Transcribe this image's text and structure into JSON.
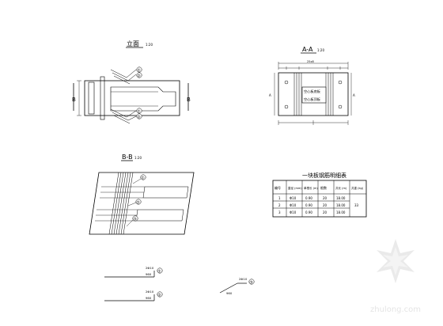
{
  "titles": {
    "elevation": "立面",
    "elevation_scale": "1:20",
    "section_aa": "A-A",
    "section_aa_scale": "1:20",
    "section_bb": "B-B",
    "section_bb_scale": "1:20",
    "table_title": "一块板钢筋明细表"
  },
  "section_markers": {
    "a": "A",
    "b": "B"
  },
  "aa_labels": {
    "top_dim": "25x8",
    "hatch_top": "空心板底板",
    "hatch_bottom": "空心板顶板"
  },
  "bubbles": [
    "①",
    "②",
    "③"
  ],
  "table": {
    "headers": [
      "编号",
      "直径\n(mm)",
      "单根长\n(m)",
      "根数",
      "共长\n(m)",
      "共重\n(kg)"
    ],
    "rows": [
      [
        "1",
        "Φ10",
        "0.90",
        "20",
        "18.00",
        ""
      ],
      [
        "2",
        "Φ10",
        "0.90",
        "20",
        "18.00",
        "33"
      ],
      [
        "3",
        "Φ10",
        "0.90",
        "20",
        "18.00",
        ""
      ]
    ]
  },
  "details": [
    {
      "bubble": "①",
      "top": "2Φ10",
      "bottom": "960"
    },
    {
      "bubble": "②",
      "top": "2Φ10",
      "bottom": "960"
    },
    {
      "bubble": "③",
      "top": "2Φ10",
      "bottom": "960"
    }
  ],
  "watermark": {
    "brand": "zhulong.com"
  }
}
